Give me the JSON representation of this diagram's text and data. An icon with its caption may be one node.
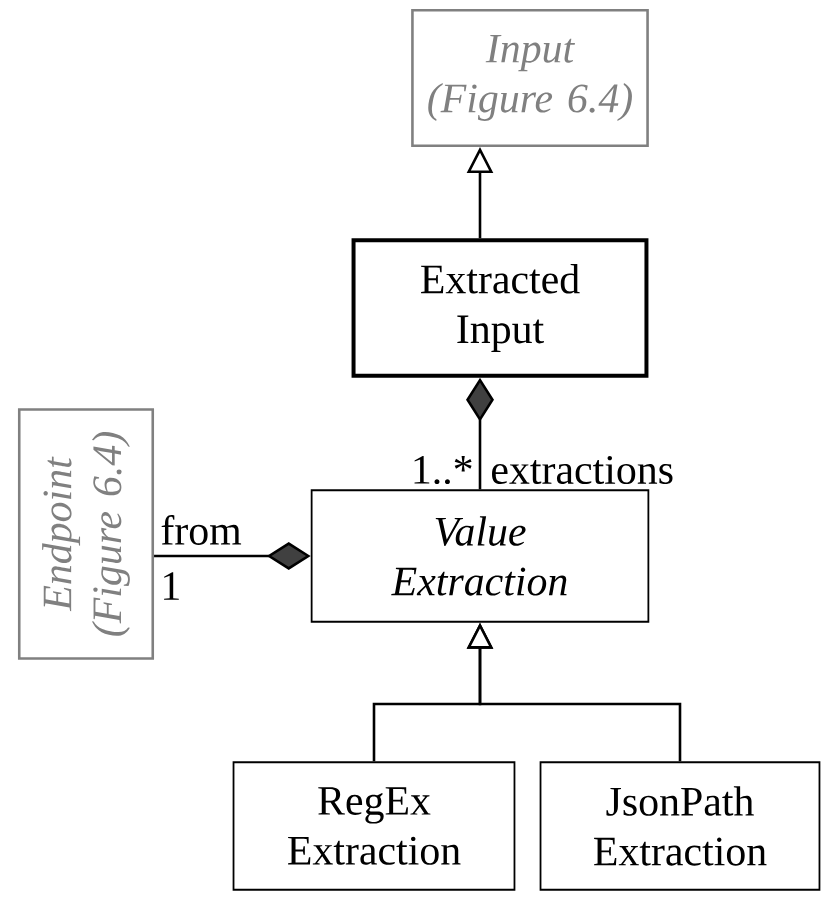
{
  "diagram": {
    "nodes": [
      {
        "text": [
          "Input (Figure 6.4)"
        ]
      },
      {
        "text": [
          "Extracted Input"
        ]
      },
      {
        "text": [
          "Endpoint (Figure 6.4)"
        ]
      },
      {
        "text": [
          "Value Extraction"
        ]
      },
      {
        "text": [
          "RegEx Extraction"
        ]
      },
      {
        "text": [
          "JsonPath Extraction"
        ]
      }
    ],
    "edges": [
      {
        "from": 1,
        "to": 0,
        "arrow": "to"
      },
      {
        "from": 1,
        "to": 3,
        "arrow": "other",
        "label": "extractions"
      },
      {
        "from": 3,
        "to": 2,
        "arrow": "other",
        "label": "from"
      },
      {
        "from": 4,
        "to": 3,
        "arrow": "to"
      },
      {
        "from": 5,
        "to": 3,
        "arrow": "to"
      }
    ],
    "labels": [
      "1..*",
      "1"
    ]
  }
}
